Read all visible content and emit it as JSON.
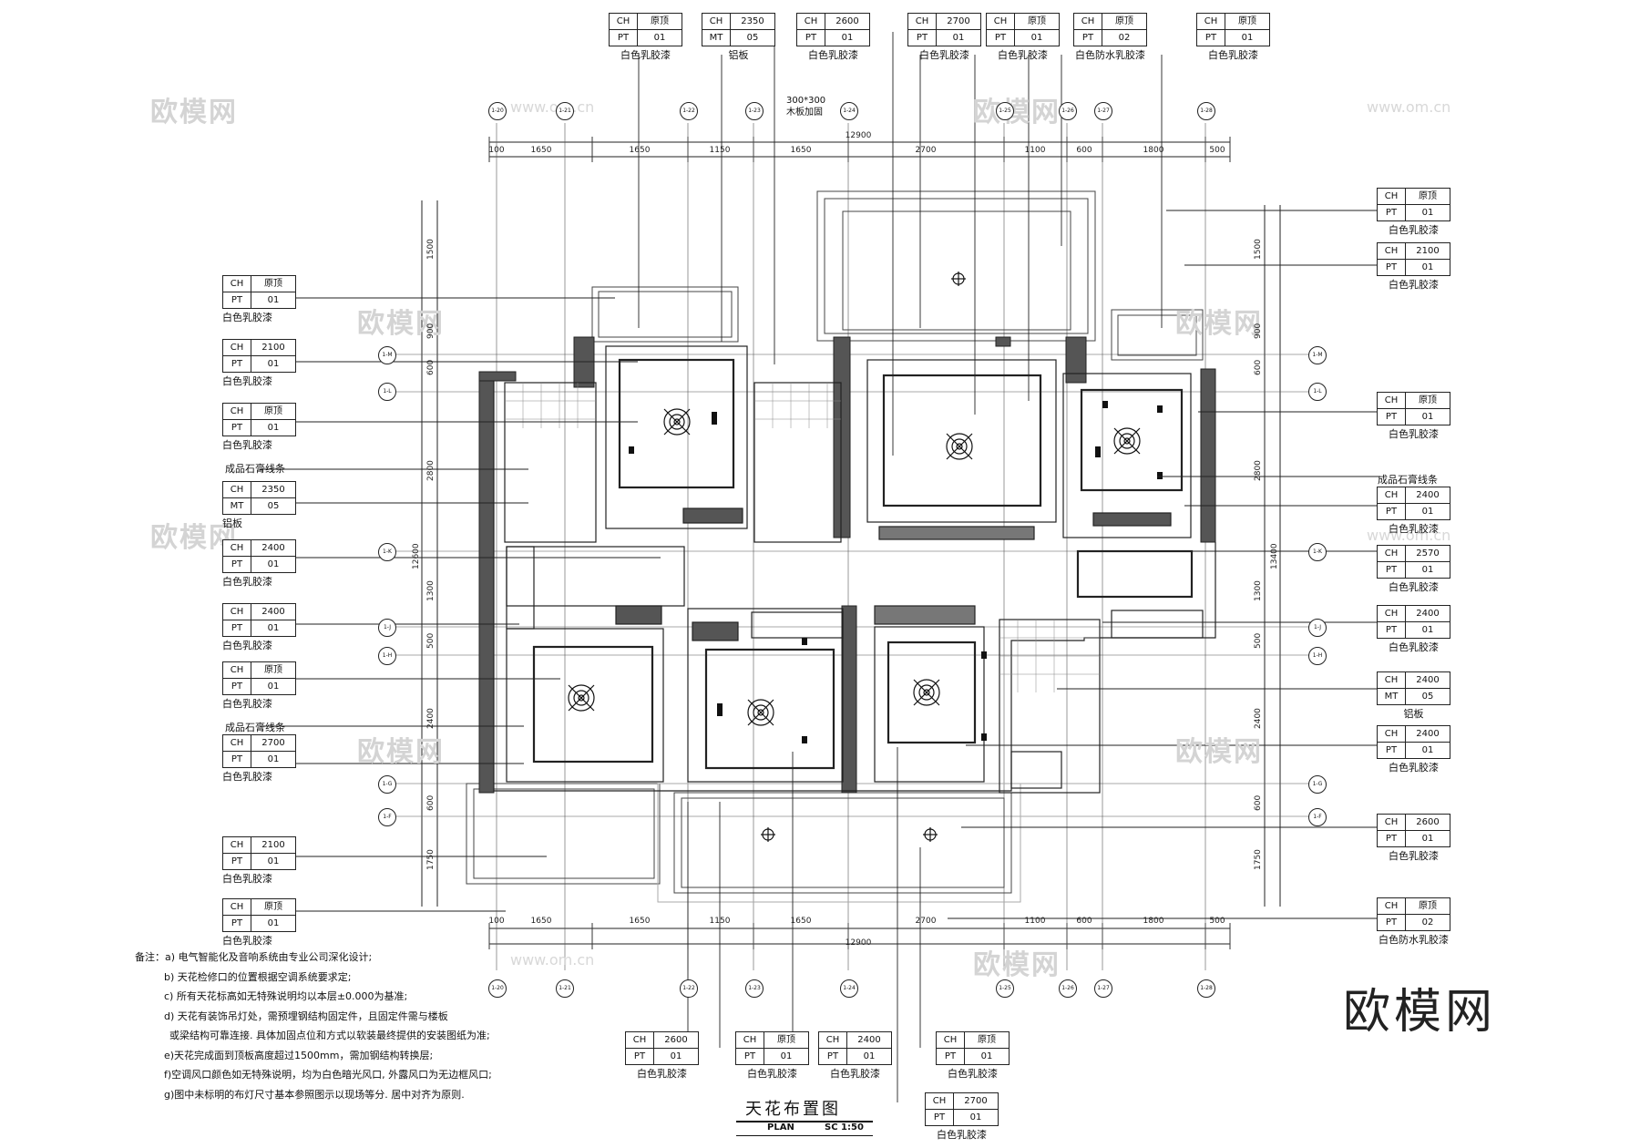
{
  "title": "天花布置图",
  "plan_word": "PLAN",
  "scale": "SC 1:50",
  "brand": "欧模网",
  "watermark": "欧模网",
  "watermark_url": "www.om.cn",
  "wood_note": [
    "300*300",
    "木板加固"
  ],
  "notes": [
    "备注：a) 电气智能化及音响系统由专业公司深化设计;",
    "b) 天花检修口的位置根据空调系统要求定;",
    "c) 所有天花标高如无特殊说明均以本层±0.000为基准;",
    "d) 天花有装饰吊灯处，需预埋钢结构固定件，且固定件需与楼板",
    "或梁结构可靠连接. 具体加固点位和方式以软装最终提供的安装图纸为准;",
    "e)天花完成面到顶板高度超过1500mm，需加钢结构转换层;",
    "f)空调风口颜色如无特殊说明，均为白色暗光风口, 外露风口为无边框风口;",
    "g)图中未标明的布灯尺寸基本参照图示以现场等分. 居中对齐为原则."
  ],
  "top_dims": [
    "100",
    "1650",
    "1650",
    "1150",
    "1650",
    "2700",
    "1100",
    "600",
    "1800",
    "500"
  ],
  "bottom_dims": [
    "100",
    "1650",
    "1650",
    "1150",
    "1650",
    "2700",
    "1100",
    "600",
    "1800",
    "500"
  ],
  "overall_width": "12900",
  "left_dims": [
    "1500",
    "900",
    "600",
    "2800",
    "1300",
    "500",
    "2400",
    "600",
    "1750"
  ],
  "overall_height": "12600",
  "right_dims": [
    "1500",
    "900",
    "600",
    "2800",
    "1300",
    "500",
    "2400",
    "600",
    "1750"
  ],
  "right_overall": "13400",
  "gypsum_labels": {
    "left1": "成品石膏线条",
    "left2": "成品石膏线条",
    "right": "成品石膏线条"
  },
  "tags_top": [
    {
      "ch": "原顶",
      "k2": "PT",
      "v2": "01",
      "label": "白色乳胶漆"
    },
    {
      "ch": "2350",
      "k2": "MT",
      "v2": "05",
      "label": "铝板"
    },
    {
      "ch": "2600",
      "k2": "PT",
      "v2": "01",
      "label": "白色乳胶漆"
    },
    {
      "ch": "2700",
      "k2": "PT",
      "v2": "01",
      "label": "白色乳胶漆"
    },
    {
      "ch": "原顶",
      "k2": "PT",
      "v2": "01",
      "label": "白色乳胶漆"
    },
    {
      "ch": "原顶",
      "k2": "PT",
      "v2": "02",
      "label": "白色防水乳胶漆"
    },
    {
      "ch": "原顶",
      "k2": "PT",
      "v2": "01",
      "label": "白色乳胶漆"
    }
  ],
  "tags_left": [
    {
      "ch": "原顶",
      "k2": "PT",
      "v2": "01",
      "label": "白色乳胶漆"
    },
    {
      "ch": "2100",
      "k2": "PT",
      "v2": "01",
      "label": "白色乳胶漆"
    },
    {
      "ch": "原顶",
      "k2": "PT",
      "v2": "01",
      "label": "白色乳胶漆"
    },
    {
      "ch": "2350",
      "k2": "MT",
      "v2": "05",
      "label": "铝板"
    },
    {
      "ch": "2400",
      "k2": "PT",
      "v2": "01",
      "label": "白色乳胶漆"
    },
    {
      "ch": "2400",
      "k2": "PT",
      "v2": "01",
      "label": "白色乳胶漆"
    },
    {
      "ch": "原顶",
      "k2": "PT",
      "v2": "01",
      "label": "白色乳胶漆"
    },
    {
      "ch": "2700",
      "k2": "PT",
      "v2": "01",
      "label": "白色乳胶漆"
    },
    {
      "ch": "2100",
      "k2": "PT",
      "v2": "01",
      "label": "白色乳胶漆"
    },
    {
      "ch": "原顶",
      "k2": "PT",
      "v2": "01",
      "label": "白色乳胶漆"
    }
  ],
  "tags_right": [
    {
      "ch": "原顶",
      "k2": "PT",
      "v2": "01",
      "label": "白色乳胶漆"
    },
    {
      "ch": "2100",
      "k2": "PT",
      "v2": "01",
      "label": "白色乳胶漆"
    },
    {
      "ch": "原顶",
      "k2": "PT",
      "v2": "01",
      "label": "白色乳胶漆"
    },
    {
      "ch": "2400",
      "k2": "PT",
      "v2": "01",
      "label": "白色乳胶漆"
    },
    {
      "ch": "2570",
      "k2": "PT",
      "v2": "01",
      "label": "白色乳胶漆"
    },
    {
      "ch": "2400",
      "k2": "PT",
      "v2": "01",
      "label": "白色乳胶漆"
    },
    {
      "ch": "2400",
      "k2": "MT",
      "v2": "05",
      "label": "铝板"
    },
    {
      "ch": "2400",
      "k2": "PT",
      "v2": "01",
      "label": "白色乳胶漆"
    },
    {
      "ch": "2600",
      "k2": "PT",
      "v2": "01",
      "label": "白色乳胶漆"
    },
    {
      "ch": "原顶",
      "k2": "PT",
      "v2": "02",
      "label": "白色防水乳胶漆"
    }
  ],
  "tags_bottom": [
    {
      "ch": "2600",
      "k2": "PT",
      "v2": "01",
      "label": "白色乳胶漆"
    },
    {
      "ch": "原顶",
      "k2": "PT",
      "v2": "01",
      "label": "白色乳胶漆"
    },
    {
      "ch": "2400",
      "k2": "PT",
      "v2": "01",
      "label": "白色乳胶漆"
    },
    {
      "ch": "原顶",
      "k2": "PT",
      "v2": "01",
      "label": "白色乳胶漆"
    },
    {
      "ch": "2700",
      "k2": "PT",
      "v2": "01",
      "label": "白色乳胶漆"
    }
  ]
}
